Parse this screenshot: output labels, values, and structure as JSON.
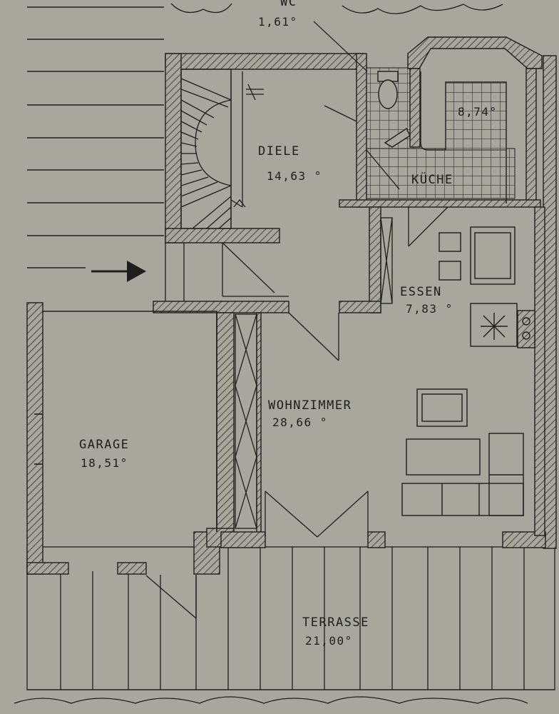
{
  "rooms": {
    "wc": {
      "name": "WC",
      "area": "1,61°"
    },
    "kueche": {
      "name": "KÜCHE",
      "area": "8,74°"
    },
    "diele": {
      "name": "DIELE",
      "area": "14,63 °"
    },
    "essen": {
      "name": "ESSEN",
      "area": "7,83 °"
    },
    "wohnzimmer": {
      "name": "WOHNZIMMER",
      "area": "28,66 °"
    },
    "garage": {
      "name": "GARAGE",
      "area": "18,51°"
    },
    "terrasse": {
      "name": "TERRASSE",
      "area": "21,00°"
    }
  },
  "colors": {
    "paper": "#a7a79d",
    "ink": "#1e1e1c"
  },
  "icons": {
    "entrance": "entrance-arrow-icon",
    "stove": "stove-icon"
  }
}
